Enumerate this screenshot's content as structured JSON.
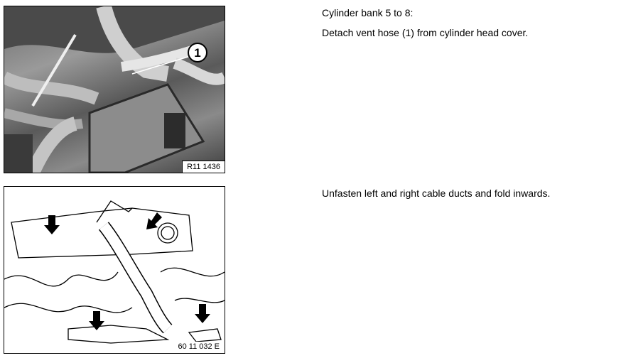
{
  "steps": [
    {
      "figure_label": "R11 1436",
      "callout": "1",
      "lines": [
        "Cylinder bank 5 to 8:",
        "Detach vent hose (1) from cylinder head cover."
      ]
    },
    {
      "figure_label": "60 11 032 E",
      "lines": [
        "Unfasten left and right cable ducts and fold inwards."
      ]
    }
  ]
}
